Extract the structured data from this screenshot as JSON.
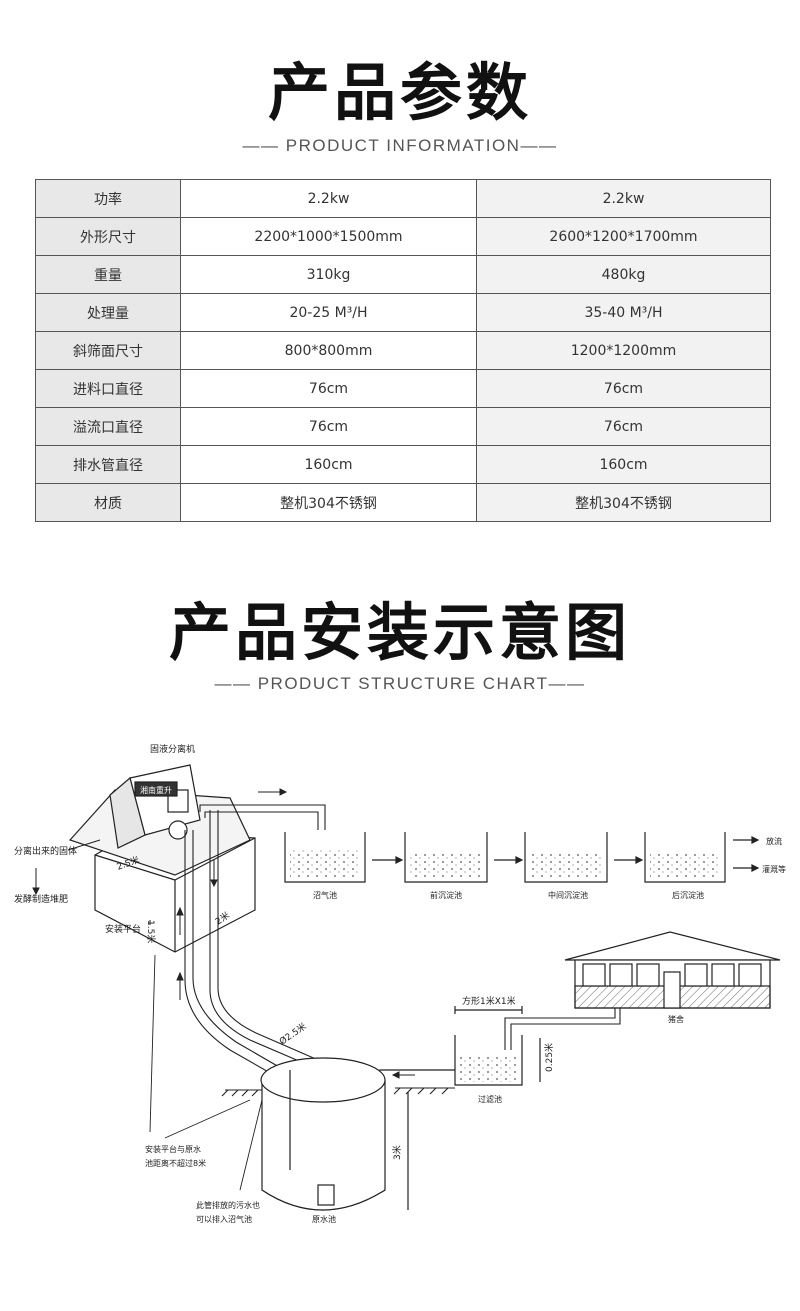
{
  "section1": {
    "title_cn": "产品参数",
    "title_en": "—— PRODUCT INFORMATION——"
  },
  "spec_table": {
    "rows": [
      {
        "label": "功率",
        "v1": "2.2kw",
        "v2": "2.2kw"
      },
      {
        "label": "外形尺寸",
        "v1": "2200*1000*1500mm",
        "v2": "2600*1200*1700mm"
      },
      {
        "label": "重量",
        "v1": "310kg",
        "v2": "480kg"
      },
      {
        "label": "处理量",
        "v1": "20-25 M³/H",
        "v2": "35-40 M³/H"
      },
      {
        "label": "斜筛面尺寸",
        "v1": "800*800mm",
        "v2": "1200*1200mm"
      },
      {
        "label": "进料口直径",
        "v1": "76cm",
        "v2": "76cm"
      },
      {
        "label": "溢流口直径",
        "v1": "76cm",
        "v2": "76cm"
      },
      {
        "label": "排水管直径",
        "v1": "160cm",
        "v2": "160cm"
      },
      {
        "label": "材质",
        "v1": "整机304不锈钢",
        "v2": "整机304不锈钢"
      }
    ]
  },
  "section2": {
    "title_cn": "产品安装示意图",
    "title_en": "—— PRODUCT STRUCTURE CHART——"
  },
  "diagram": {
    "machine": "固液分离机",
    "machine_plate": "湘南重升",
    "solids_out": "分离出来的固体",
    "compost": "发酵制造堆肥",
    "dim_25": "2.5米",
    "dim_15": "1.5米",
    "dim_2": "2米",
    "platform": "安装平台",
    "tank_biogas": "沼气池",
    "tank_pre": "前沉淀池",
    "tank_mid": "中间沉淀池",
    "tank_post": "后沉淀池",
    "discharge": "放流",
    "irrigate": "灌溉等",
    "pig_house": "猪舍",
    "filter_size": "方形1米X1米",
    "filter_depth": "0.25米",
    "filter_tank": "过滤池",
    "pool_dia": "Ø2.5米",
    "pool_depth": "3米",
    "pool": "原水池",
    "note_distance_1": "安装平台与原水",
    "note_distance_2": "池距离不超过8米",
    "note_pipe_1": "此管排放的污水也",
    "note_pipe_2": "可以排入沼气池"
  }
}
